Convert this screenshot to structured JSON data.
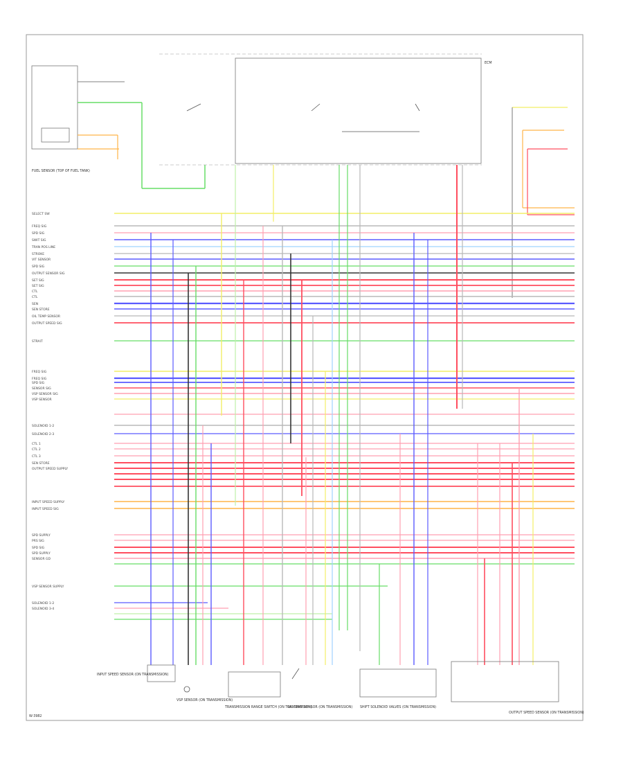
{
  "colors": {
    "red": "#ff4d5e",
    "blue": "#5a5aff",
    "green": "#66dd66",
    "yellow": "#f2ee66",
    "orange": "#ffb347",
    "pink": "#ff9fb0",
    "gray": "#b8b8b8",
    "black": "#333333",
    "lightblue": "#9fd3ff",
    "lightgreen": "#bff0a8"
  },
  "labels": {
    "left_top_component": "FUEL SENSOR (TOP OF FUEL TANK)",
    "ecm_box_label": "ECM",
    "bottom_left_code": "W-3982"
  },
  "pins_left": [
    "SELECT SW",
    "FREQ SIG",
    "SPD SIG",
    "SWIT SIG",
    "TRAN POS LINE",
    "STROKE",
    "VIT SENSOR",
    "SPD SIG",
    "OUTPUT SENSOR SIG",
    "SET SIG",
    "SET SIG",
    "CTL",
    "CTL",
    "SEN",
    "SEN STORE",
    "OIL TEMP SENSOR",
    "OUTPUT SPEED SIG",
    "STRAIT",
    "FREQ SIG",
    "FREQ SIG",
    "SPD SIG",
    "SENSOR SIG",
    "VSP SENSOR SIG",
    "VSP SENSOR",
    "SOLENOID 1-2",
    "SOLENOID 2-3",
    "CTL 1",
    "CTL 2",
    "CTL 3",
    "SEN STORE",
    "OUTPUT SPEED SUPPLY",
    "INPUT SPEED SUPPLY",
    "INPUT SPEED SIG",
    "SPD SUPPLY",
    "PRS SIG",
    "SPD SIG",
    "SPD SUPPLY",
    "SENSOR GD",
    "VSP SENSOR SUPPLY",
    "SOLENOID 1-2",
    "SOLENOID 3-4"
  ],
  "bottom_components": [
    "INPUT SPEED SENSOR (ON TRANSMISSION)",
    "VSP SENSOR (ON TRANSMISSION)",
    "TRANSMISSION RANGE SWITCH (ON TRANSMISSION)",
    "OIL TEMP SENSOR (ON TRANSMISSION)",
    "SHIFT SOLENOID VALVES (ON TRANSMISSION)",
    "OUTPUT SPEED SENSOR (ON TRANSMISSION)"
  ]
}
